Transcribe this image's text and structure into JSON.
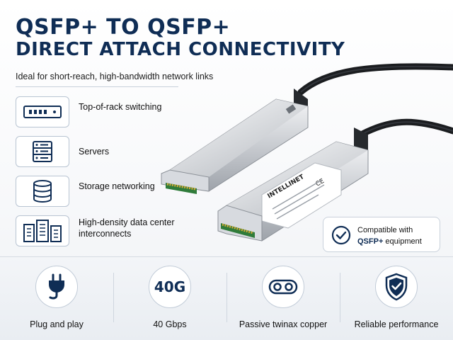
{
  "header": {
    "title_line1": "QSFP+ TO QSFP+",
    "title_line2": "DIRECT ATTACH CONNECTIVITY",
    "subtitle": "Ideal for short-reach, high-bandwidth network links"
  },
  "features": [
    {
      "label": "Top-of-rack switching",
      "icon": "switch-icon"
    },
    {
      "label": "Servers",
      "icon": "server-icon"
    },
    {
      "label": "Storage networking",
      "icon": "database-icon"
    },
    {
      "label": "High-density data center interconnects",
      "icon": "datacenter-icon"
    }
  ],
  "product": {
    "brand": "INTELLINET",
    "marks": "CE"
  },
  "compat": {
    "line1": "Compatible with",
    "bold": "QSFP+",
    "line2_rest": " equipment",
    "icon": "check-circle-icon"
  },
  "bottom": [
    {
      "label": "Plug and play",
      "icon": "plug-icon"
    },
    {
      "label": "40 Gbps",
      "badge": "40G",
      "icon": "speed-badge-icon"
    },
    {
      "label": "Passive twinax copper",
      "icon": "twinax-icon"
    },
    {
      "label": "Reliable performance",
      "icon": "shield-check-icon"
    }
  ],
  "colors": {
    "navy": "#0f2d55",
    "border": "#b8c4d2",
    "cable": "#1b1d20"
  }
}
